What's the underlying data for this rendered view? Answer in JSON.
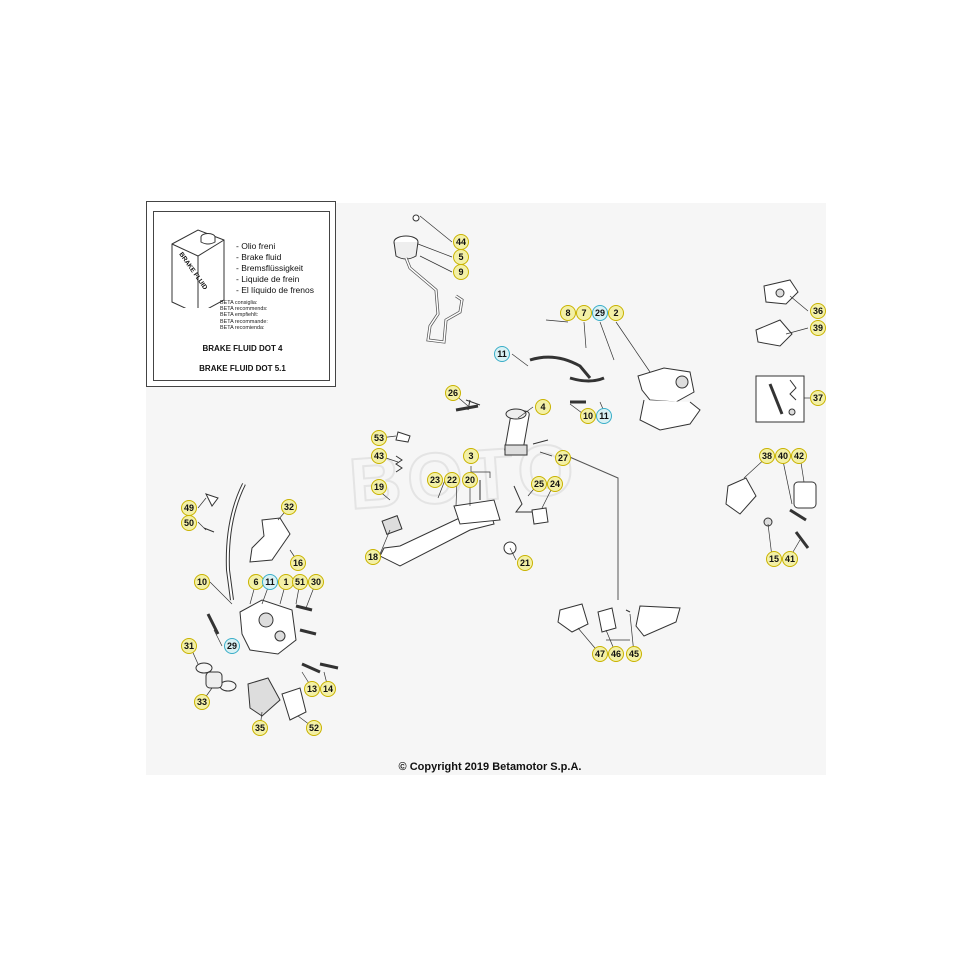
{
  "legend": {
    "can_label": "BRAKE FLUID",
    "names": [
      "Olio freni",
      "Brake fluid",
      "Bremsflüssigkeit",
      "Liquide de frein",
      "El líquido de frenos"
    ],
    "recommend_lines": [
      "BETA consiglia:",
      "BETA recommends:",
      "BETA empfiehlt:",
      "BETA recommande:",
      "BETA recomienda:"
    ],
    "fluid_1": "BRAKE FLUID DOT 4",
    "fluid_2": "BRAKE FLUID DOT 5.1"
  },
  "copyright": "© Copyright 2019 Betamotor S.p.A.",
  "watermark": "BOTO",
  "colors": {
    "callout_fill": "#f3f0a6",
    "callout_fill_blue": "#d9f1f4",
    "callout_stroke_yellow": "#c9b300",
    "callout_stroke_blue": "#3aaec8",
    "line": "#333333"
  },
  "callouts": {
    "c44": "44",
    "c5": "5",
    "c9": "9",
    "c8": "8",
    "c7": "7",
    "c29a": "29",
    "c2": "2",
    "c11a": "11",
    "c26": "26",
    "c4": "4",
    "c10a": "10",
    "c11b": "11",
    "c53": "53",
    "c43": "43",
    "c27": "27",
    "c3": "3",
    "c23": "23",
    "c22": "22",
    "c20": "20",
    "c25": "25",
    "c24": "24",
    "c19": "19",
    "c18": "18",
    "c21": "21",
    "c36": "36",
    "c39": "39",
    "c37": "37",
    "c38": "38",
    "c40": "40",
    "c42": "42",
    "c15": "15",
    "c41": "41",
    "c49": "49",
    "c50": "50",
    "c32": "32",
    "c16": "16",
    "c10b": "10",
    "c6": "6",
    "c11c": "11",
    "c1": "1",
    "c51": "51",
    "c30": "30",
    "c29b": "29",
    "c31": "31",
    "c33": "33",
    "c13": "13",
    "c14": "14",
    "c35": "35",
    "c52": "52",
    "c47": "47",
    "c46": "46",
    "c45": "45"
  }
}
